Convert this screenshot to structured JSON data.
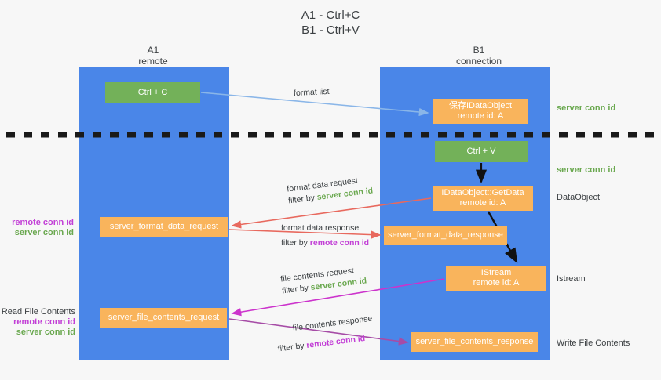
{
  "title": "A1 - Ctrl+C\nB1 - Ctrl+V",
  "columns": {
    "a1": {
      "name": "A1",
      "role": "remote",
      "header": "A1\nremote"
    },
    "b1": {
      "name": "B1",
      "role": "connection",
      "header": "B1\nconnection"
    }
  },
  "boxes": {
    "ctrl_c": "Ctrl + C",
    "ctrl_v": "Ctrl + V",
    "save_idataobject": "保存IDataObject\nremote id: A",
    "idataobject_getdata": "IDataObject::GetData\nremote id: A",
    "istream": "IStream\nremote id: A",
    "server_format_data_request": "server_format_data_request",
    "server_format_data_response": "server_format_data_response",
    "server_file_contents_request": "server_file_contents_request",
    "server_file_contents_response": "server_file_contents_response"
  },
  "arrow_labels": {
    "format_list": "format list",
    "format_data_request": "format data request",
    "format_data_request_filter_prefix": "filter by ",
    "format_data_request_filter_value": "server conn id",
    "format_data_response": "format data response",
    "format_data_response_filter_prefix": "filter by ",
    "format_data_response_filter_value": "remote conn id",
    "file_contents_request": "file contents request",
    "file_contents_request_filter_prefix": "filter by ",
    "file_contents_request_filter_value": "server conn id",
    "file_contents_response": "file contents response",
    "file_contents_response_filter_prefix": "filter by ",
    "file_contents_response_filter_value": "remote conn id"
  },
  "annotations": {
    "right": {
      "server_conn_id_top": "server conn id",
      "server_conn_id_mid": "server conn id",
      "dataobject": "DataObject",
      "istream": "Istream",
      "write_file_contents": "Write File Contents"
    },
    "left": {
      "remote_conn_id_1": "remote conn id",
      "server_conn_id_1": "server conn id",
      "read_file_contents": "Read File Contents",
      "remote_conn_id_2": "remote conn id",
      "server_conn_id_2": "server conn id"
    }
  },
  "colors": {
    "lane": "#4a86e8",
    "green_box": "#73b159",
    "orange_box": "#f9b45c",
    "green_text": "#6aa84f",
    "purple_text": "#c23fd6",
    "arrow_blue": "#8ab6e8",
    "arrow_red": "#e8695e",
    "arrow_magenta": "#cc33cc",
    "arrow_purple": "#a64ca6",
    "arrow_black": "#000000",
    "divider": "#1a1a1a",
    "background": "#f7f7f7"
  }
}
